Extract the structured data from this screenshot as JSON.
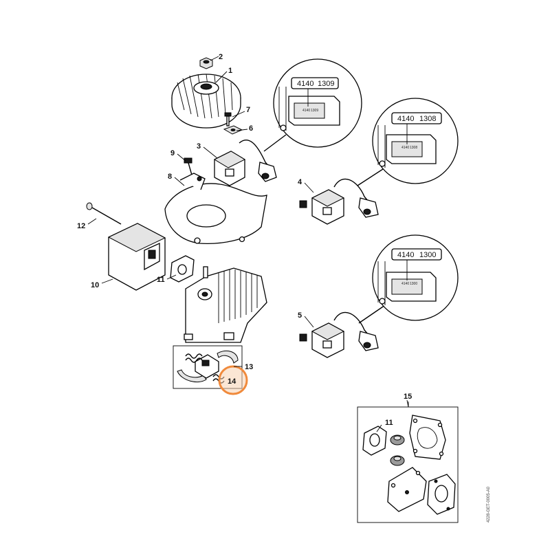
{
  "callouts": [
    "1",
    "2",
    "3",
    "4",
    "5",
    "6",
    "7",
    "8",
    "9",
    "10",
    "11",
    "12",
    "13",
    "14",
    "15"
  ],
  "callout_11_gasket_kit": "11",
  "highlighted_callout": "14",
  "highlight_color": "#f08a3c",
  "detail_codes": {
    "coil_top": {
      "main": "4140",
      "sub": "1309",
      "small_a": "4140",
      "small_b": "1309"
    },
    "coil_mid": {
      "main": "4140",
      "sub": "1308",
      "small_a": "4140",
      "small_b": "1308"
    },
    "coil_bottom": {
      "main": "4140",
      "sub": "1300",
      "small_a": "4140",
      "small_b": "1300"
    }
  },
  "doc_number": "4228-GET-0005-A0"
}
